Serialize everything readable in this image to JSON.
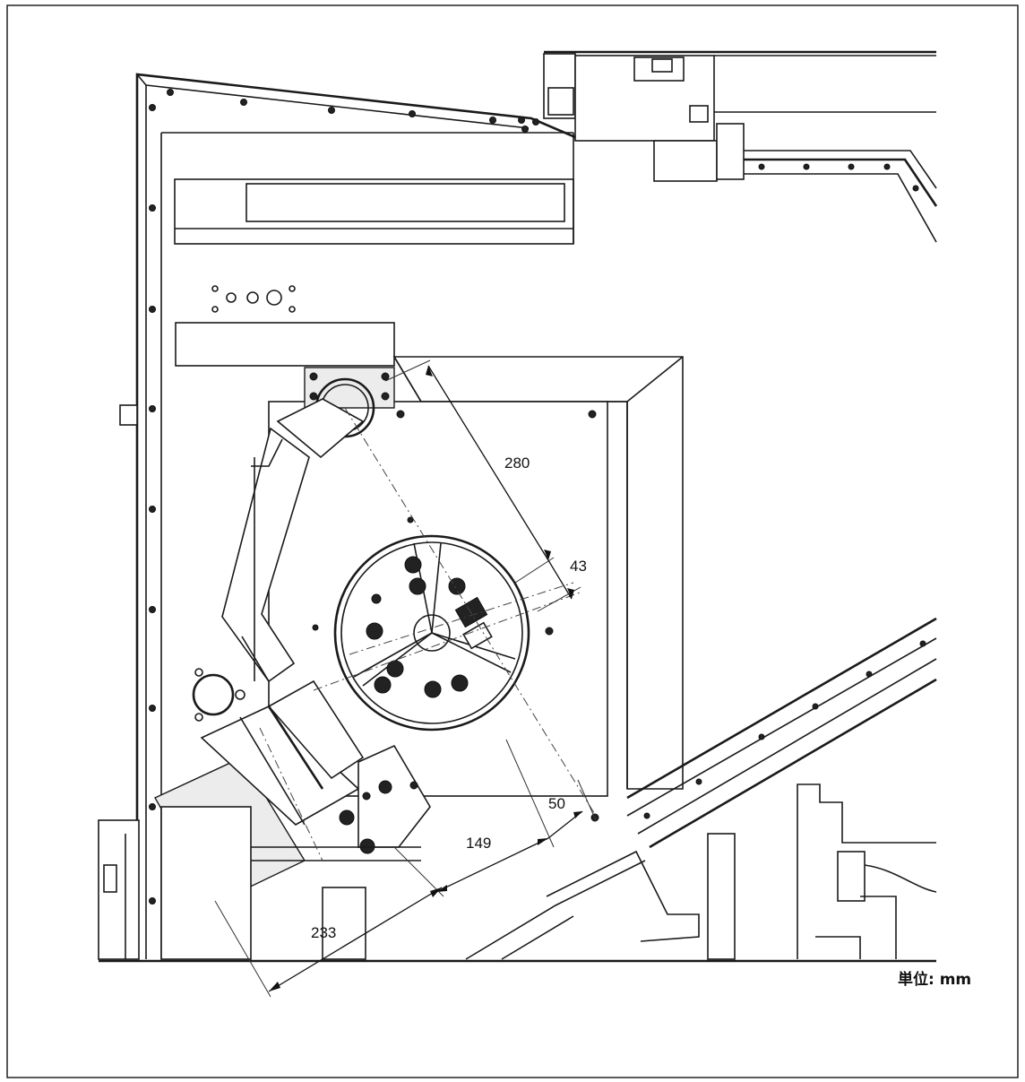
{
  "dimensions": {
    "d280": "280",
    "d43": "43",
    "d50": "50",
    "d149": "149",
    "d233": "233"
  },
  "unit_label": "単位: mm"
}
